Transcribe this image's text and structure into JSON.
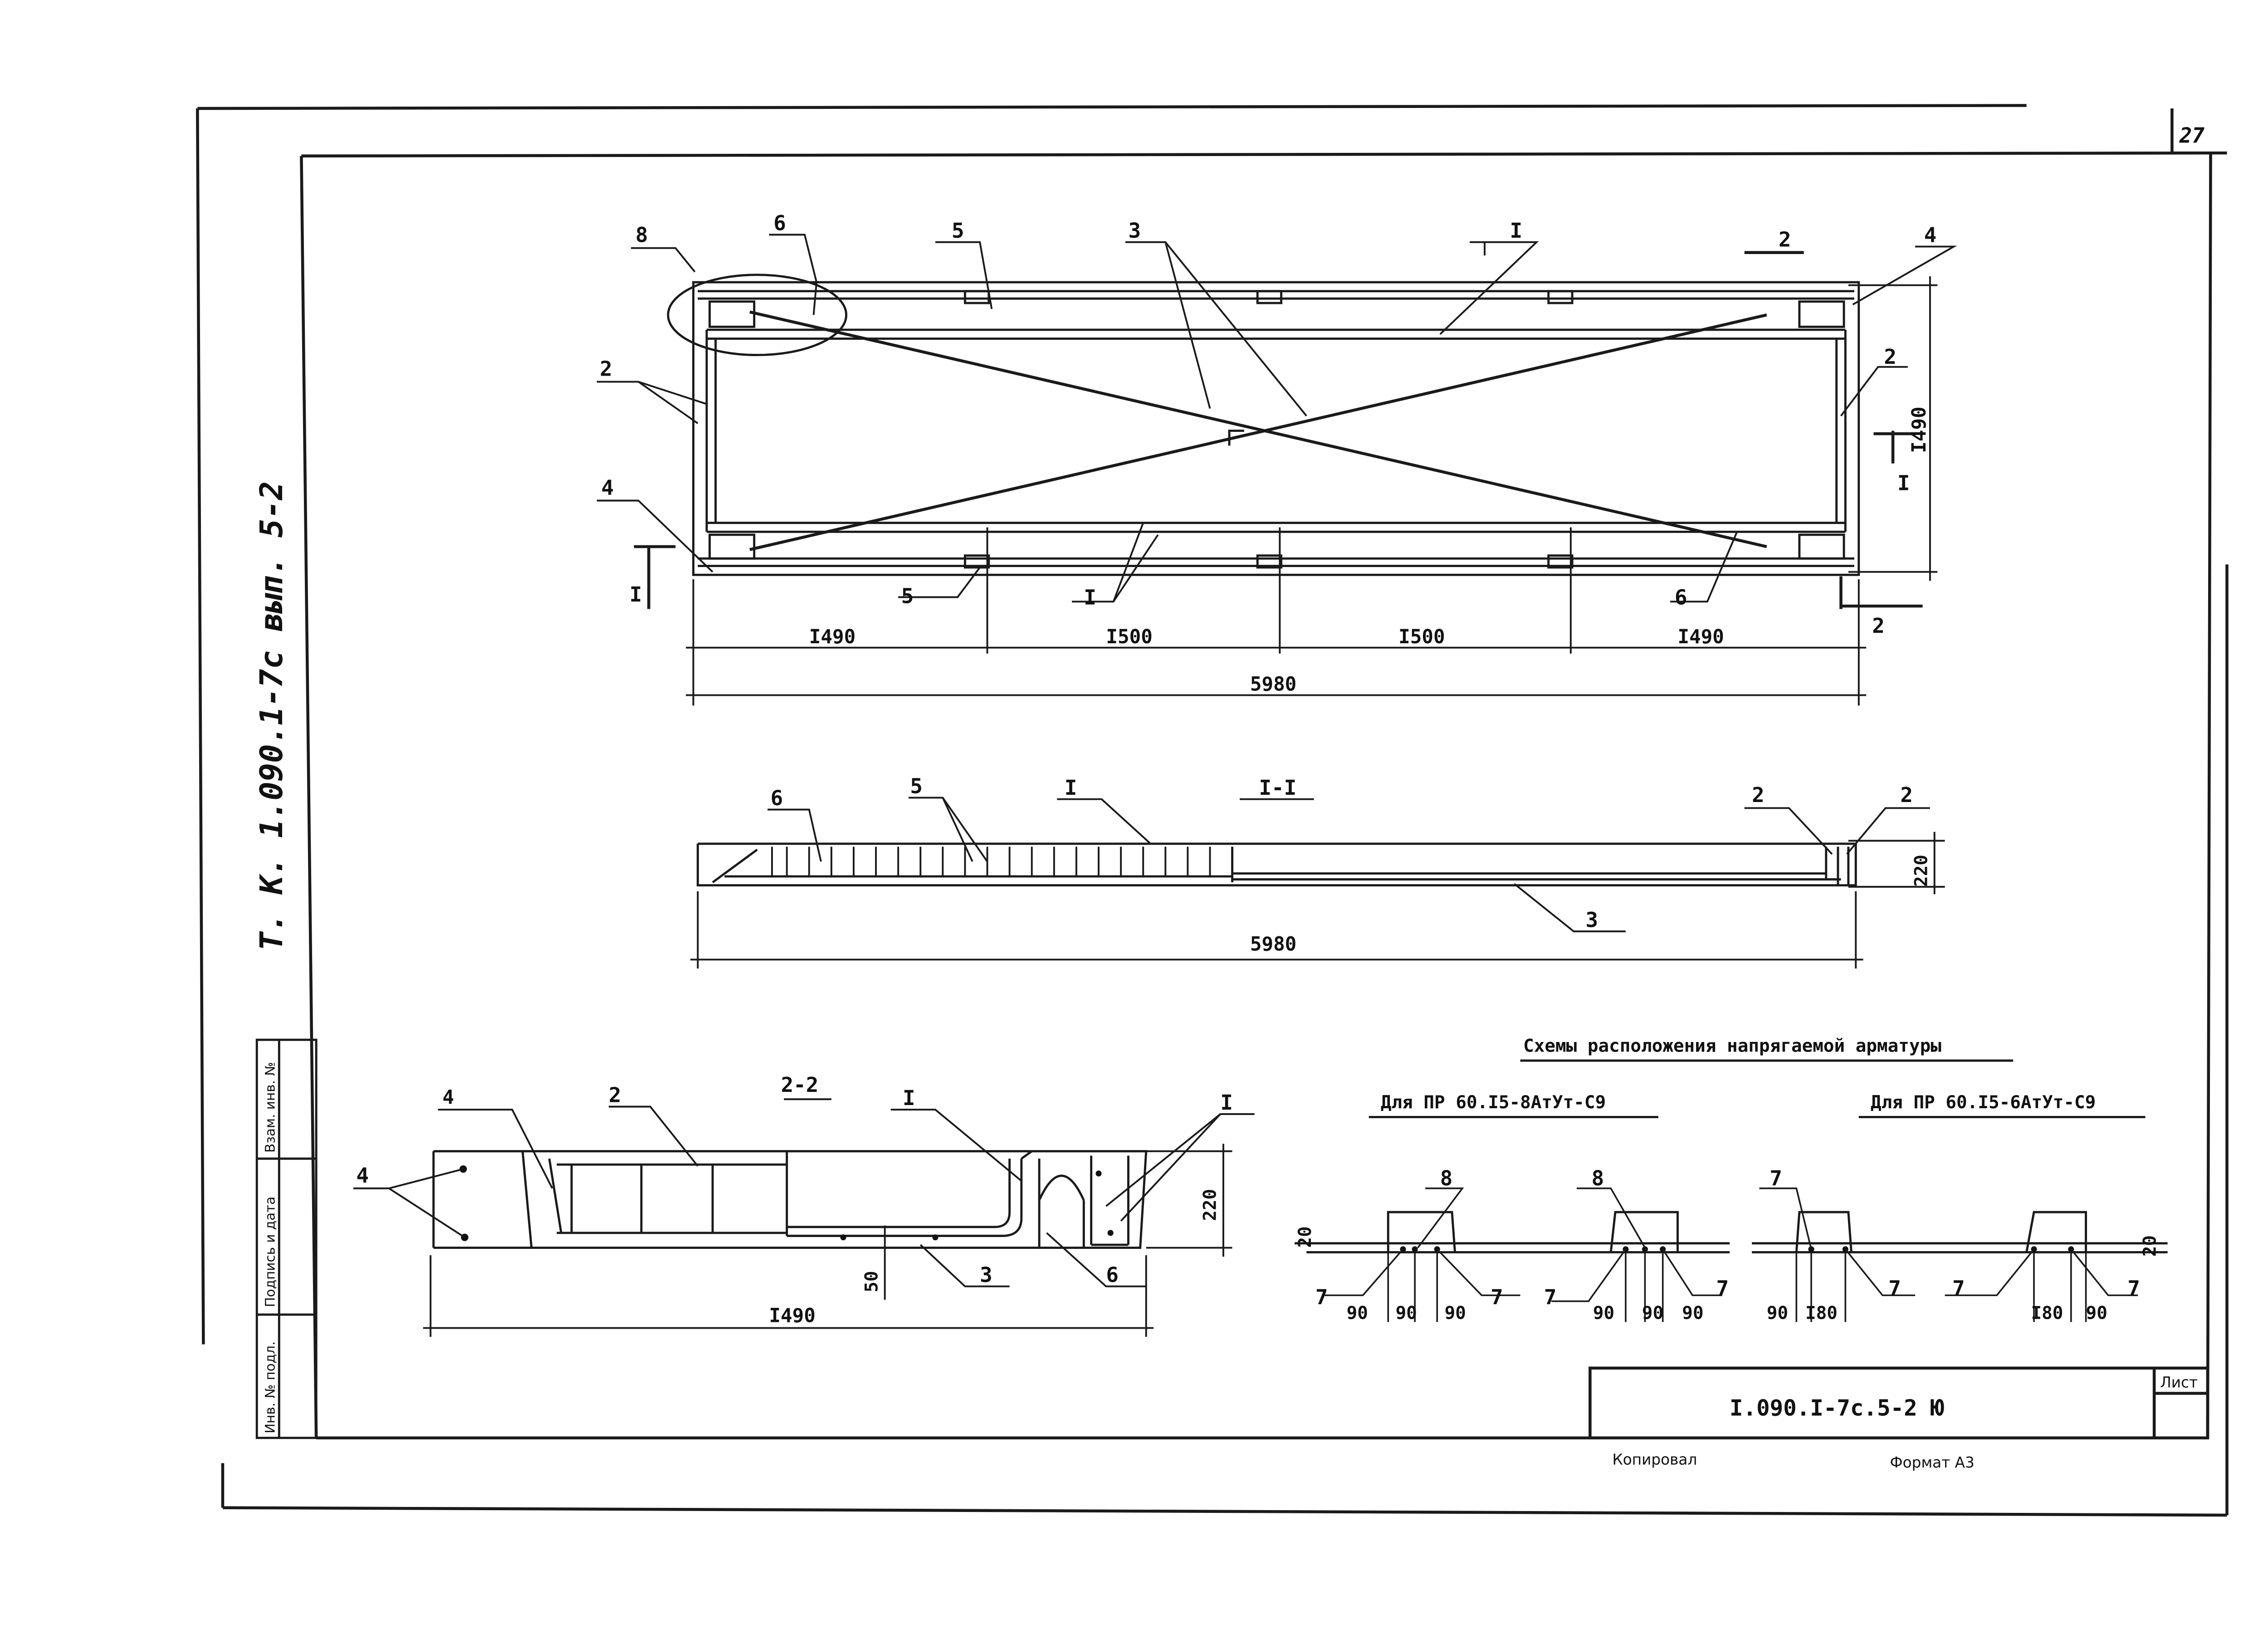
{
  "sheet": {
    "page_number": "27",
    "side_title": "Т. К.   1.090.1-7с   вып. 5-2",
    "left_stamp": [
      "Инв. № подл.",
      "Подпись и дата",
      "Взам. инв. №"
    ],
    "title_block": {
      "doc_code": "I.090.I-7с.5-2 Ю",
      "sheet_label": "Лист"
    },
    "footer": {
      "copied": "Копировал",
      "format": "Формат А3"
    }
  },
  "plan": {
    "callouts": {
      "c8": "8",
      "c6_top": "6",
      "c5_top": "5",
      "c3": "3",
      "cI_top": "I",
      "c4_top": "4",
      "c2_left": "2",
      "c2_right": "2",
      "c4_bottom": "4",
      "c5_bottom": "5",
      "cI_bottom": "I",
      "c6_bottom": "6"
    },
    "section_marks": {
      "sec_I_top": "I",
      "sec_I_left": "I",
      "sec_2_top": "2",
      "sec_2_bottom": "2"
    },
    "dims": {
      "d1": "I490",
      "d2": "I500",
      "d3": "I500",
      "d4": "I490",
      "total": "5980",
      "height": "I490"
    }
  },
  "section_1_1": {
    "title": "I-I",
    "callouts": {
      "c6": "6",
      "c5": "5",
      "cI": "I",
      "c2a": "2",
      "c2b": "2",
      "c3": "3"
    },
    "dims": {
      "height": "220",
      "total": "5980"
    }
  },
  "section_2_2": {
    "title": "2-2",
    "callouts": {
      "c4a": "4",
      "c4b": "4",
      "c2": "2",
      "cI_a": "I",
      "cI_b": "I",
      "c3": "3",
      "c6": "6"
    },
    "dims": {
      "height": "220",
      "cover": "50",
      "width": "I490"
    }
  },
  "tendon_schemes": {
    "heading": "Схемы расположения напрягаемой арматуры",
    "scheme_a": {
      "caption": "Для ПР 60.I5-8АтУт-С9",
      "callouts": {
        "c8a": "8",
        "c8b": "8",
        "c7a": "7",
        "c7b": "7",
        "c7c": "7",
        "c7d": "7"
      },
      "dims": {
        "d20": "20",
        "a1": "90",
        "a2": "90",
        "a3": "90",
        "b1": "90",
        "b2": "90",
        "b3": "90"
      }
    },
    "scheme_b": {
      "caption": "Для ПР 60.I5-6АтУт-С9",
      "callouts": {
        "c7a": "7",
        "c7b": "7",
        "c7c": "7",
        "c7d": "7"
      },
      "dims": {
        "d20": "20",
        "a1": "90",
        "a2": "I80",
        "b1": "I80",
        "b2": "90"
      }
    }
  }
}
